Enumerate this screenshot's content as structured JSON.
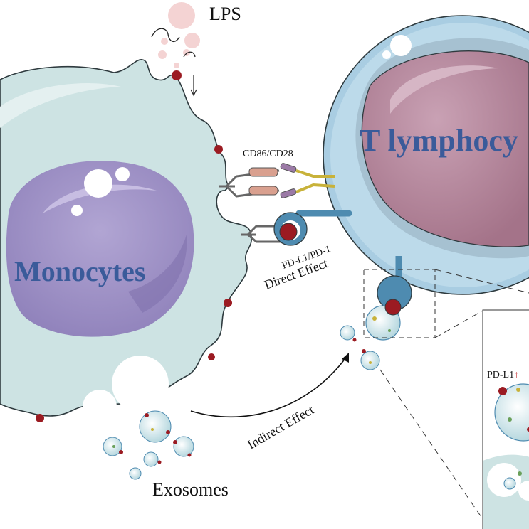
{
  "labels": {
    "lps": "LPS",
    "monocytes": "Monocytes",
    "t_lymphocytes": "T lymphocy",
    "cd86_cd28": "CD86/CD28",
    "pd_l1_pd_1": "PD-L1/PD-1",
    "direct_effect": "Direct Effect",
    "indirect_effect": "Indirect Effect",
    "exosomes": "Exosomes",
    "pd_l1_up": "PD-L1",
    "up_arrow": "↑"
  },
  "colors": {
    "monocyte_body": "#cde3e3",
    "monocyte_edge": "#2e3a3e",
    "nucleus": "#a597c9",
    "t_cell_outer": "#a9cde2",
    "t_cell_inner": "#b98aa1",
    "label_blue": "#3a5b9a",
    "marker_red": "#9b1b22",
    "receptor_blue": "#4e8bb0"
  }
}
